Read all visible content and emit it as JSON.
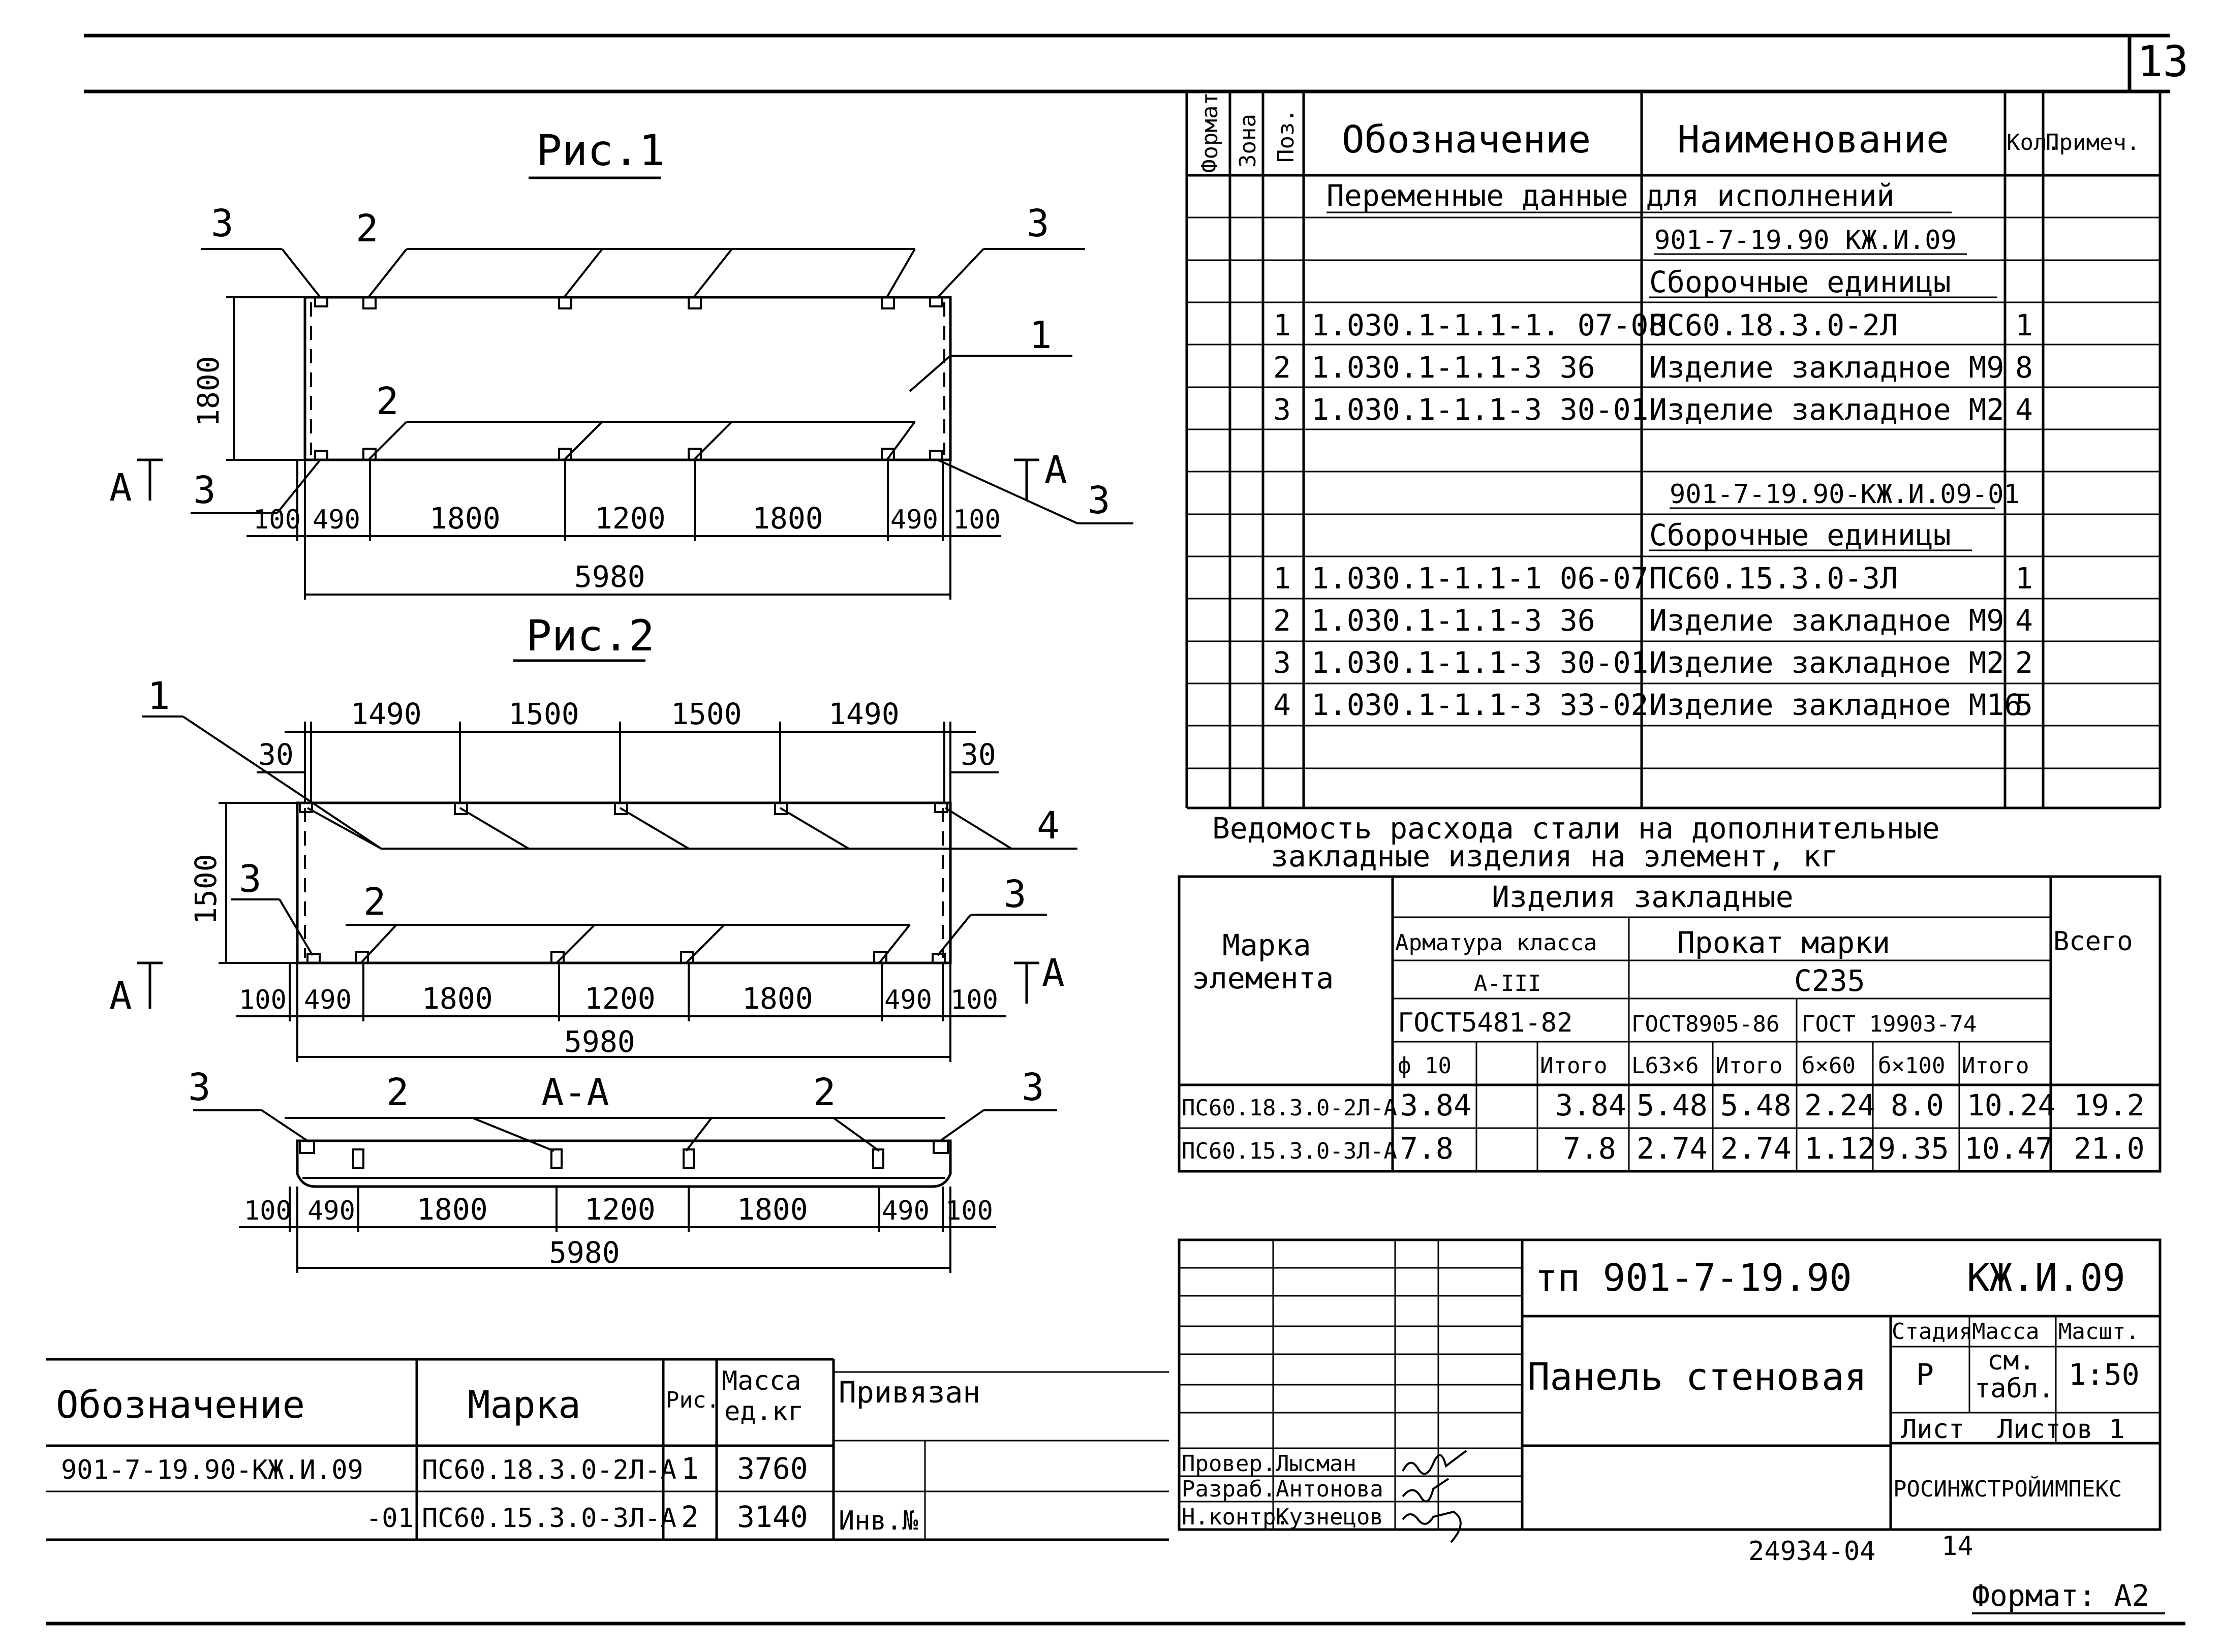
{
  "sheet": {
    "number": "13",
    "format_label": "Формат: A2",
    "archive_code": "24934-04",
    "archive_page": "14"
  },
  "fig1": {
    "title": "Рис.1",
    "height_dim": "1800",
    "bottom_dims": [
      "100",
      "490",
      "1800",
      "1200",
      "1800",
      "490",
      "100"
    ],
    "overall": "5980",
    "section_mark": "А",
    "labels": {
      "p1": "1",
      "p2": "2",
      "p3": "3"
    }
  },
  "fig2": {
    "title": "Рис.2",
    "top_dims": [
      "1490",
      "1500",
      "1500",
      "1490"
    ],
    "edge_dim": "30",
    "height_dim": "1500",
    "bottom_dims": [
      "100",
      "490",
      "1800",
      "1200",
      "1800",
      "490",
      "100"
    ],
    "overall": "5980",
    "section_mark": "А",
    "labels": {
      "p1": "1",
      "p2": "2",
      "p3": "3",
      "p4": "4"
    }
  },
  "section": {
    "title": "А-А",
    "bottom_dims": [
      "100",
      "490",
      "1800",
      "1200",
      "1800",
      "490",
      "100"
    ],
    "overall": "5980",
    "labels": {
      "p2": "2",
      "p3": "3"
    }
  },
  "spec": {
    "headers": {
      "format": "Формат",
      "zone": "Зона",
      "pos": "Поз.",
      "designation": "Обозначение",
      "name": "Наименование",
      "qty": "Кол.",
      "note": "Примеч."
    },
    "section_title": "Переменные данные для исполнений",
    "variants": [
      {
        "doc": "901-7-19.90 КЖ.И.09",
        "group": "Сборочные единицы",
        "rows": [
          {
            "pos": "1",
            "designation": "1.030.1-1.1-1. 07-08",
            "name": "ПС60.18.3.0-2Л",
            "qty": "1"
          },
          {
            "pos": "2",
            "designation": "1.030.1-1.1-3 36",
            "name": "Изделие закладное М9",
            "qty": "8"
          },
          {
            "pos": "3",
            "designation": "1.030.1-1.1-3 30-01",
            "name": "Изделие закладное М2",
            "qty": "4"
          }
        ]
      },
      {
        "doc": "901-7-19.90-КЖ.И.09-01",
        "group": "Сборочные единицы",
        "rows": [
          {
            "pos": "1",
            "designation": "1.030.1-1.1-1 06-07",
            "name": "ПС60.15.3.0-3Л",
            "qty": "1"
          },
          {
            "pos": "2",
            "designation": "1.030.1-1.1-3 36",
            "name": "Изделие закладное М9",
            "qty": "4"
          },
          {
            "pos": "3",
            "designation": "1.030.1-1.1-3 30-01",
            "name": "Изделие закладное М2",
            "qty": "2"
          },
          {
            "pos": "4",
            "designation": "1.030.1-1.1-3 33-02",
            "name": "Изделие закладное М16",
            "qty": "5"
          }
        ]
      }
    ]
  },
  "steel": {
    "title_line1": "Ведомость расхода стали на дополнительные",
    "title_line2": "закладные изделия на элемент, кг",
    "h_embedded": "Изделия закладные",
    "h_mark1": "Марка",
    "h_mark2": "элемента",
    "h_total": "Всего",
    "h_rebar": "Арматура класса",
    "h_rebar_class": "А-III",
    "h_rebar_gost": "ГОСТ5481-82",
    "h_rolled": "Прокат марки",
    "h_rolled_grade": "С235",
    "h_rolled_gost1": "ГОСТ8905-86",
    "h_rolled_gost2": "ГОСТ 19903-74",
    "sub": [
      "ф 10",
      "",
      "Итого",
      "L63×6",
      "Итого",
      "б×60",
      "б×100",
      "Итого"
    ],
    "rows": [
      {
        "mark": "ПС60.18.3.0-2Л-А",
        "cells": [
          "3.84",
          "",
          "3.84",
          "5.48",
          "5.48",
          "2.24",
          "8.0",
          "10.24"
        ],
        "total": "19.2"
      },
      {
        "mark": "ПС60.15.3.0-3Л-А",
        "cells": [
          "7.8",
          "",
          "7.8",
          "2.74",
          "2.74",
          "1.12",
          "9.35",
          "10.47"
        ],
        "total": "21.0"
      }
    ]
  },
  "left_table": {
    "h_designation": "Обозначение",
    "h_mark": "Марка",
    "h_fig": "Рис.",
    "h_mass1": "Масса",
    "h_mass2": "ед.кг",
    "rows": [
      {
        "designation": "901-7-19.90-КЖ.И.09",
        "mark": "ПС60.18.3.0-2Л-А",
        "fig": "1",
        "mass": "3760"
      },
      {
        "designation": "-01",
        "mark": "ПС60.15.3.0-3Л-А",
        "fig": "2",
        "mass": "3140"
      }
    ],
    "bound_label": "Привязан",
    "inv_label": "Инв.№"
  },
  "title_block": {
    "project": "тп 901-7-19.90",
    "code": "КЖ.И.09",
    "name": "Панель стеновая",
    "stage_h": "Стадия",
    "mass_h": "Масса",
    "scale_h": "Масшт.",
    "stage": "Р",
    "mass1": "см.",
    "mass2": "табл.",
    "scale": "1:50",
    "sheet_label": "Лист",
    "sheets_label": "Листов 1",
    "org": "РОСИНЖСТРОЙИМПЕКС",
    "roles": [
      "Провер.",
      "Разраб.",
      "Н.контр."
    ],
    "people": [
      "Лысман",
      "Антонова",
      "Кузнецов"
    ]
  }
}
